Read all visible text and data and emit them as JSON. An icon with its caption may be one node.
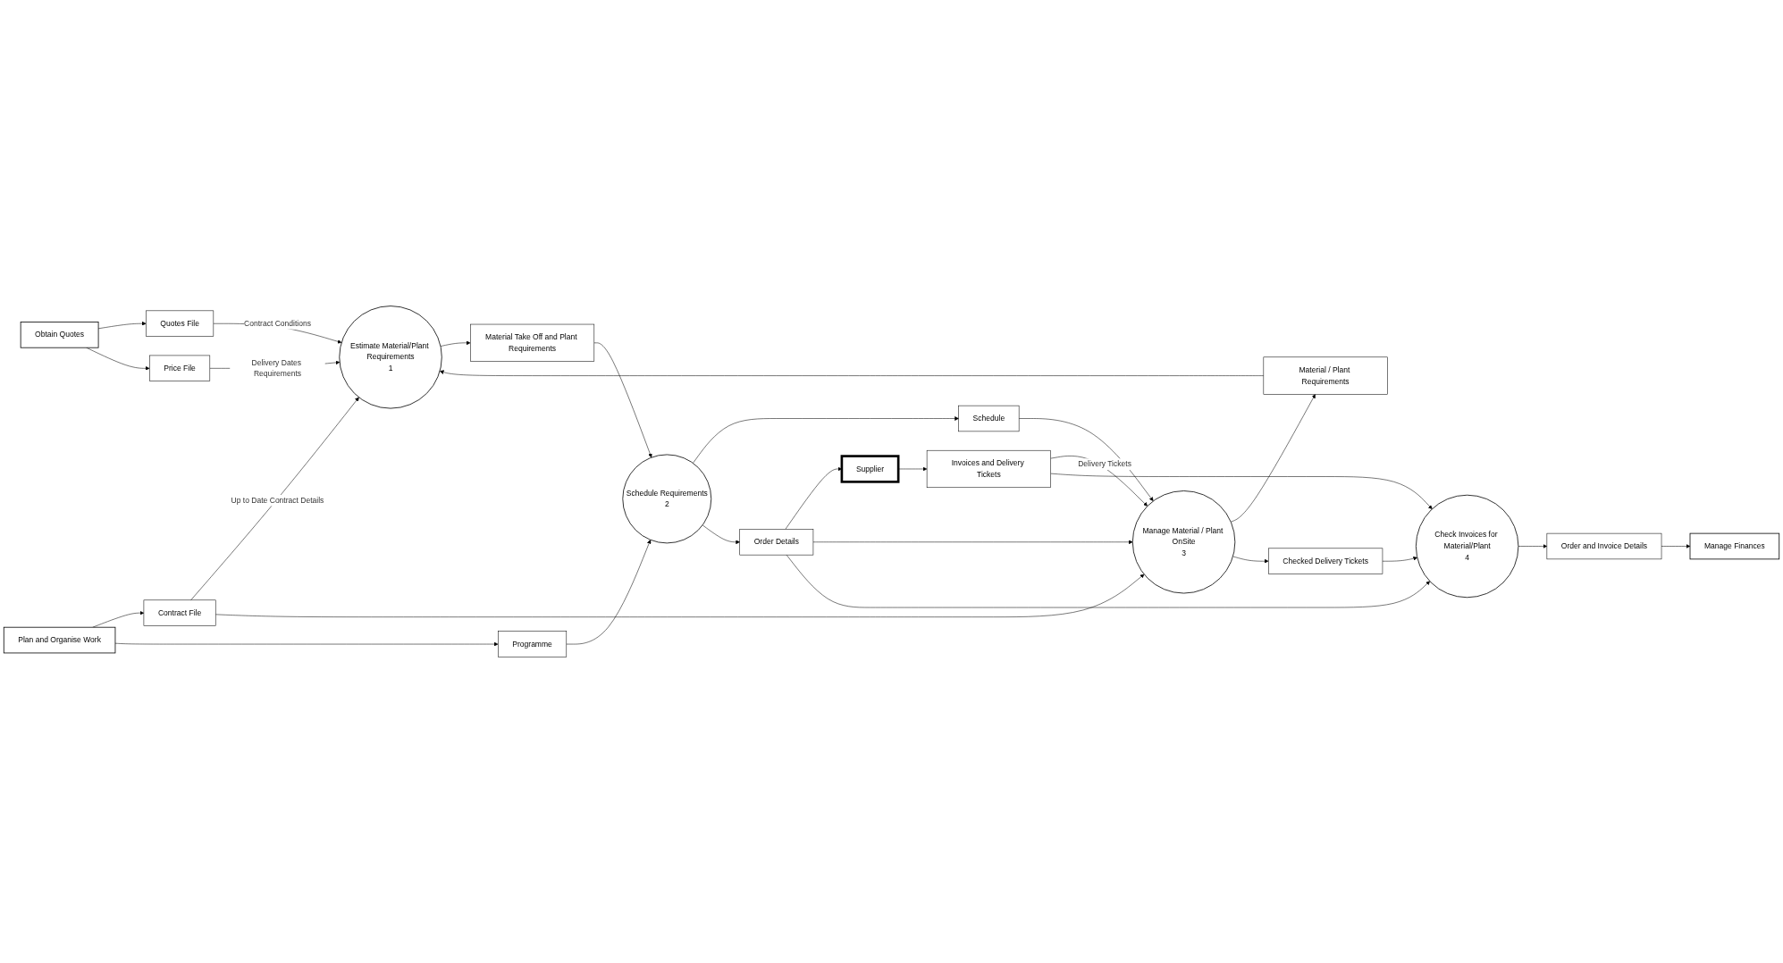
{
  "diagram": {
    "nodes": [
      {
        "text": [
          "Obtain Quotes"
        ]
      },
      {
        "text": [
          "Quotes File"
        ]
      },
      {
        "text": [
          "Estimate Material/Plant Requirements",
          "1"
        ]
      },
      {
        "text": [
          "Material / Plant Requirements"
        ]
      },
      {
        "text": [
          "Manage Material / Plant OnSite",
          "3"
        ]
      },
      {
        "text": [
          "Price File"
        ]
      },
      {
        "text": [
          "Invoices and Delivery Tickets"
        ]
      },
      {
        "text": [
          "Checked Delivery Tickets"
        ]
      },
      {
        "text": [
          "Schedule"
        ]
      },
      {
        "text": [
          "Contract File"
        ]
      },
      {
        "text": [
          "Manage Finances"
        ]
      },
      {
        "text": [
          "Material Take Off and Plant Requirements"
        ]
      },
      {
        "text": [
          "Supplier"
        ]
      },
      {
        "text": [
          "Order and Invoice Details"
        ]
      },
      {
        "text": [
          "Plan and Organise Work"
        ]
      },
      {
        "text": [
          "Programme"
        ]
      },
      {
        "text": [
          "Schedule Requirements",
          "2"
        ]
      },
      {
        "text": [
          "Order Details"
        ]
      },
      {
        "text": [
          "Check Invoices for Material/Plant",
          "4"
        ]
      }
    ],
    "edges": [
      {
        "from": 0,
        "to": 1,
        "arrow": "to"
      },
      {
        "from": 1,
        "to": 2,
        "arrow": "to",
        "label": "Contract Conditions"
      },
      {
        "from": 4,
        "to": 3,
        "arrow": "to"
      },
      {
        "from": 3,
        "to": 2,
        "arrow": "to"
      },
      {
        "from": 0,
        "to": 5,
        "arrow": "to"
      },
      {
        "from": 5,
        "to": 2,
        "arrow": "to",
        "label": "Delivery Dates Requirements"
      },
      {
        "from": 9,
        "to": 2,
        "arrow": "to",
        "label": "Up to Date Contract Details"
      },
      {
        "from": 9,
        "to": 4,
        "arrow": "to"
      },
      {
        "from": 2,
        "to": 11,
        "arrow": "to"
      },
      {
        "from": 11,
        "to": 16,
        "arrow": "to"
      },
      {
        "from": 16,
        "to": 8,
        "arrow": "to"
      },
      {
        "from": 8,
        "to": 4,
        "arrow": "to"
      },
      {
        "from": 6,
        "to": 4,
        "arrow": "to",
        "label": "Delivery Tickets"
      },
      {
        "from": 4,
        "to": 7,
        "arrow": "to"
      },
      {
        "from": 7,
        "to": 18,
        "arrow": "to"
      },
      {
        "from": 6,
        "to": 18,
        "arrow": "to"
      },
      {
        "from": 12,
        "to": 6,
        "arrow": "to"
      },
      {
        "from": 17,
        "to": 12,
        "arrow": "to"
      },
      {
        "from": 17,
        "to": 4,
        "arrow": "to"
      },
      {
        "from": 17,
        "to": 18,
        "arrow": "to"
      },
      {
        "from": 18,
        "to": 13,
        "arrow": "to"
      },
      {
        "from": 13,
        "to": 10,
        "arrow": "to"
      },
      {
        "from": 14,
        "to": 9,
        "arrow": "to"
      },
      {
        "from": 14,
        "to": 15,
        "arrow": "to"
      },
      {
        "from": 15,
        "to": 16,
        "arrow": "to"
      },
      {
        "from": 16,
        "to": 17,
        "arrow": "to"
      }
    ]
  }
}
